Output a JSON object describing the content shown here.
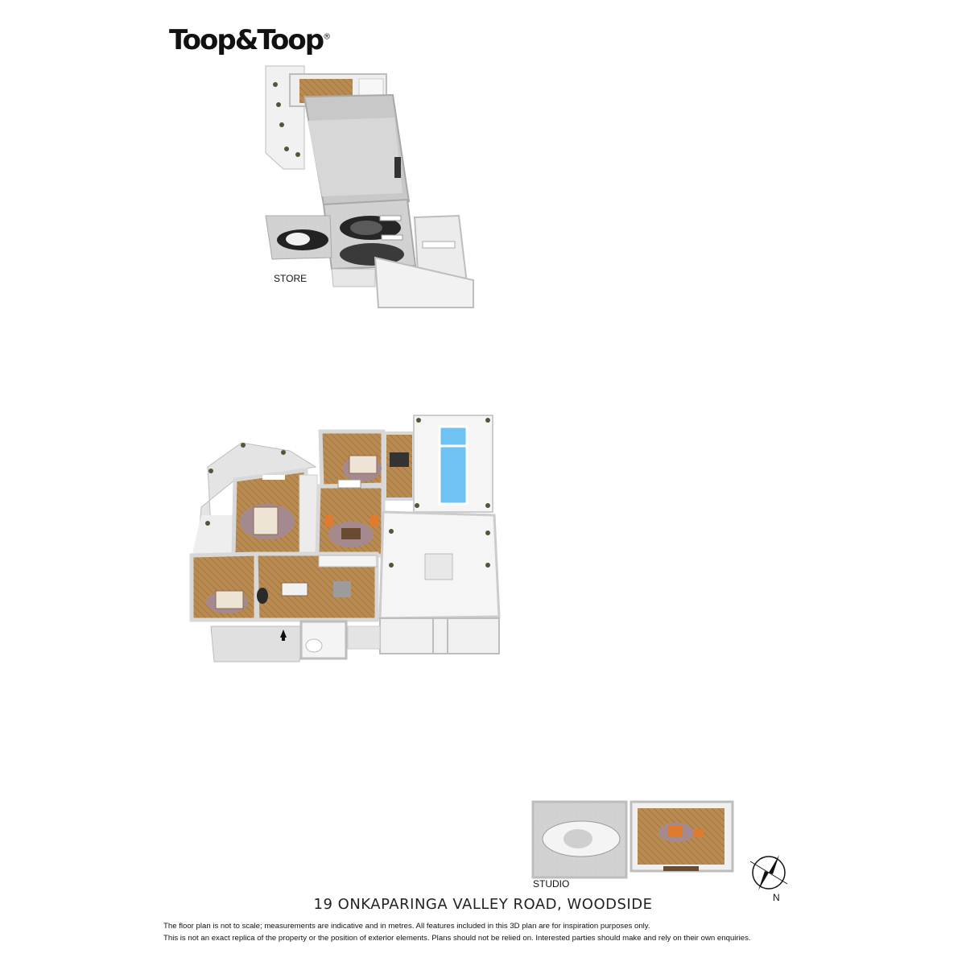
{
  "brand": {
    "name": "Toop&Toop",
    "registered_mark": "®"
  },
  "buildings": {
    "store": {
      "label": "STORE"
    },
    "studio": {
      "label": "STUDIO"
    }
  },
  "compass": {
    "north_label": "N"
  },
  "property": {
    "address": "19 ONKAPARINGA VALLEY ROAD, WOODSIDE"
  },
  "disclaimer": {
    "line1": "The floor plan is not to scale; measurements are indicative and in metres. All features included in this 3D plan are for inspiration purposes only.",
    "line2": "This is not an exact replica of the property or the position of exterior elements. Plans should not be relied on. Interested parties should make and rely on their own enquiries."
  },
  "colors": {
    "wall": "#e9e9e9",
    "wall_shade": "#bdbdbd",
    "floor_timber": "#b88a4e",
    "floor_concrete": "#cfcfcf",
    "floor_tile": "#f2f2f2",
    "pool_water": "#6fc3f2",
    "car_dark": "#2a2a2a",
    "car_white": "#f4f4f4",
    "rug": "#a48a8f",
    "accent_orange": "#e07a2e"
  }
}
